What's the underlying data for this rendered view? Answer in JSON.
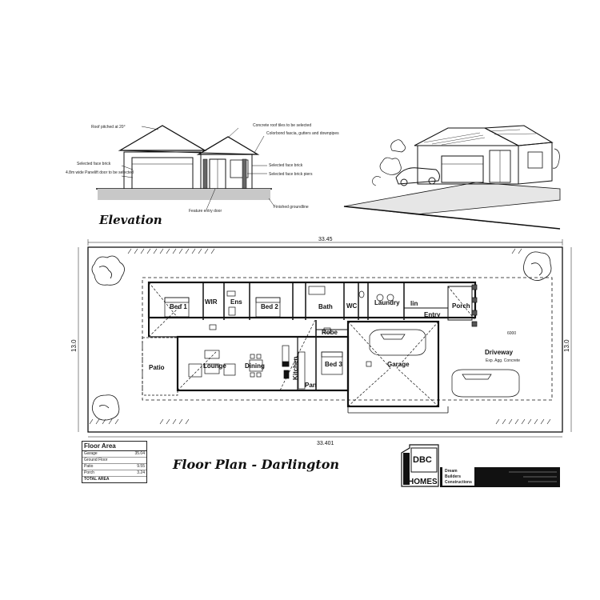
{
  "elevation": {
    "heading": "Elevation",
    "notes": {
      "roof_pitch": "Roof pitched at 20°",
      "roof_tiles": "Concrete roof tiles to be selected",
      "fascia": "Colorbond fascia, gutters and downpipes",
      "face_brick_left": "Selected face brick",
      "panel_door": "4.8m wide Panelift door to be selected",
      "face_brick_right": "Selected face brick",
      "brick_piers": "Selected face brick piers",
      "entry_door": "Feature entry door",
      "groundline": "Finished groundline"
    }
  },
  "plan": {
    "dims": {
      "top": "33.45",
      "bottom": "33.401",
      "left": "13.0",
      "right": "13.0",
      "drive": "6000"
    },
    "rooms": {
      "bed1": "Bed 1",
      "wir": "WIR",
      "ens": "Ens",
      "bed2": "Bed 2",
      "bath": "Bath",
      "wc": "WC",
      "laundry": "Laundry",
      "lin": "lin",
      "entry": "Entry",
      "porch": "Porch",
      "patio": "Patio",
      "lounge": "Lounge",
      "dining": "Dining",
      "kitchen": "Kitchen",
      "bed3": "Bed 3",
      "garage": "Garage",
      "robe": "Robe",
      "pan": "Pan",
      "driveway": "Driveway",
      "driveway_note": "Exp. Agg. Concrete"
    }
  },
  "floor_area": {
    "heading": "Floor Area",
    "rows": [
      {
        "label": "Garage",
        "value": "35.04"
      },
      {
        "label": "Ground Floor",
        "value": ""
      },
      {
        "label": "Patio",
        "value": "9.55"
      },
      {
        "label": "Porch",
        "value": "3.24"
      }
    ],
    "total_label": "TOTAL AREA",
    "total_value": ""
  },
  "footer": {
    "plan_title": "Floor Plan - Darlington",
    "logo_letters": "DBC",
    "logo_word": "HOMES",
    "company_lines": [
      "Dream",
      "Builders",
      "Constructions"
    ]
  }
}
